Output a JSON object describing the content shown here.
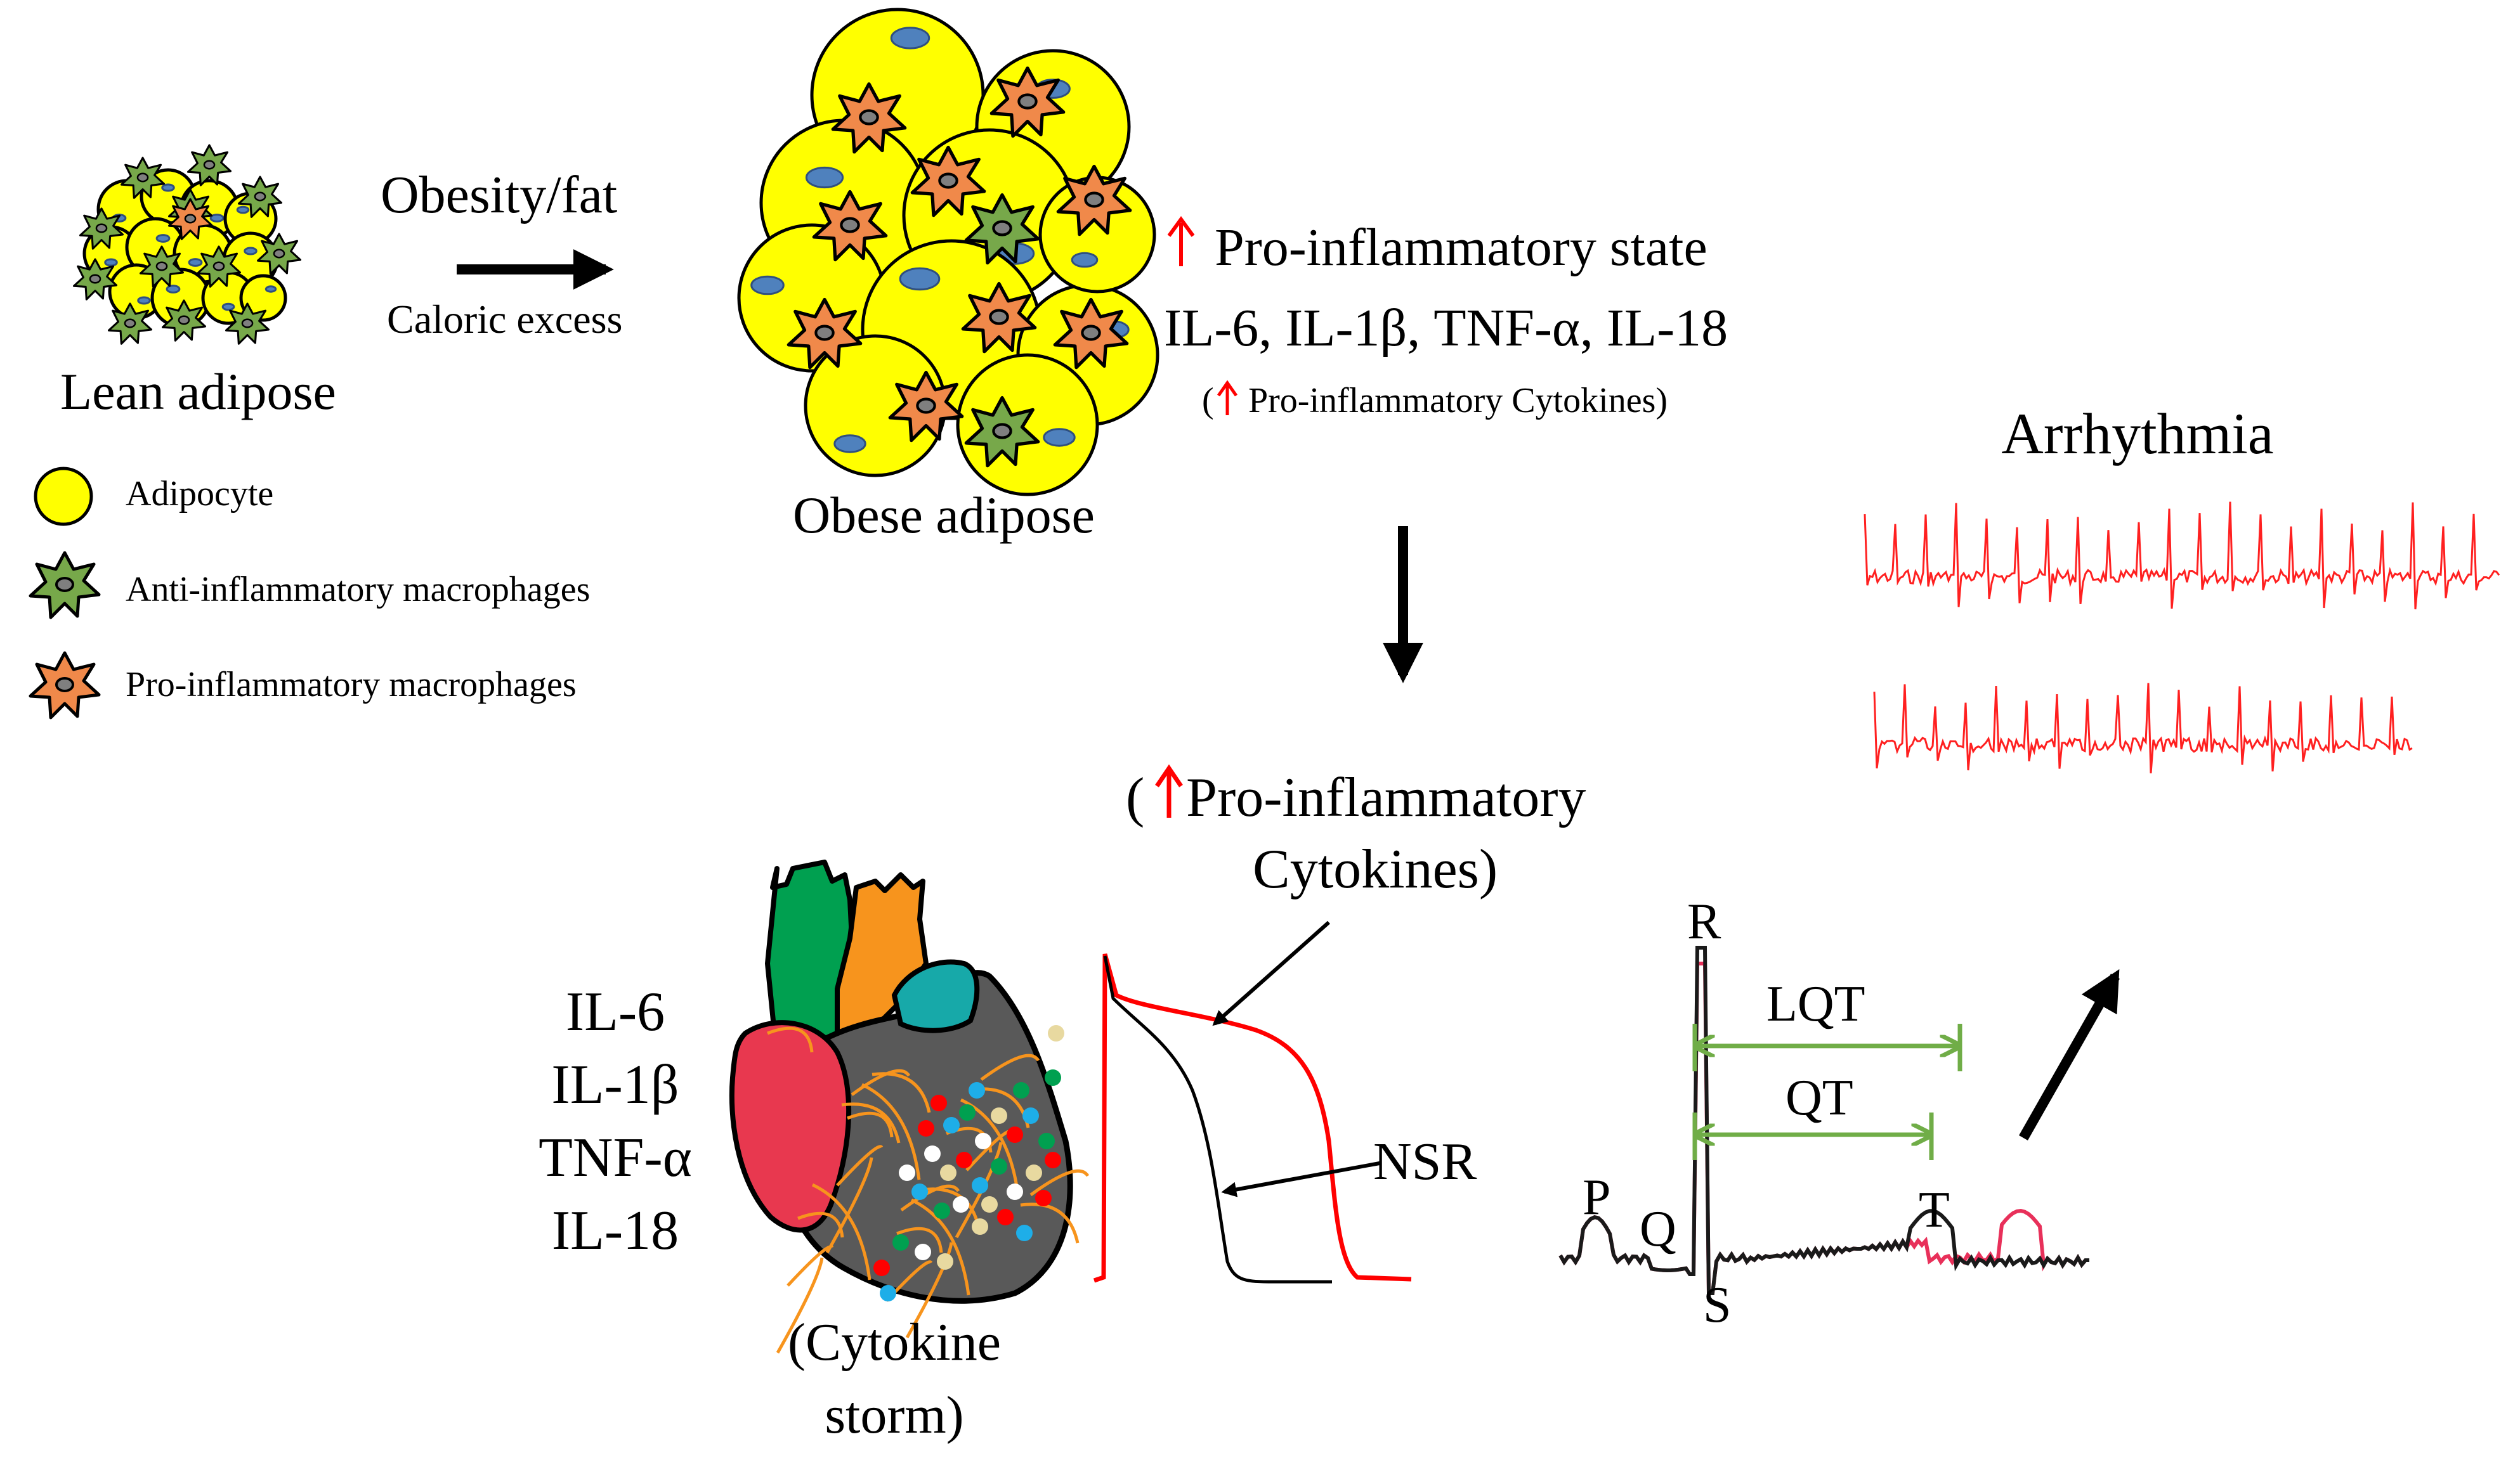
{
  "top": {
    "lean_label": "Lean adipose",
    "obese_label": "Obese adipose",
    "transition_label": "Obesity/fat",
    "transition_sub": "Caloric excess",
    "state_label": "Pro-inflammatory state",
    "cytokines": "IL-6, IL-1β, TNF-α, IL-18",
    "cytokines_note_open": "(",
    "cytokines_note": "Pro-inflammatory Cytokines)"
  },
  "legend": {
    "adipocyte": "Adipocyte",
    "anti": "Anti-inflammatory macrophages",
    "pro": "Pro-inflammatory macrophages"
  },
  "heart": {
    "il6": "IL-6",
    "il1b": "IL-1β",
    "tnfa": "TNF-α",
    "il18": "IL-18",
    "storm_line1": "(Cytokine",
    "storm_line2": "storm)"
  },
  "ap": {
    "label_open": "(",
    "label_line1": "Pro-inflammatory",
    "label_line2": "Cytokines)",
    "nsr": "NSR"
  },
  "ecg": {
    "p": "P",
    "q": "Q",
    "r": "R",
    "s": "S",
    "t": "T",
    "lqt": "LQT",
    "qt": "QT"
  },
  "arrhythmia": {
    "title": "Arrhythmia"
  },
  "colors": {
    "adipocyte": "#ffff00",
    "nucleus": "#4f81bd",
    "anti_macrophage": "#77a84a",
    "pro_macrophage": "#f0894a",
    "red": "#ff0000",
    "green_bracket": "#70ad47",
    "heart_dark": "#595959",
    "ecg_pink": "#e8305a"
  }
}
